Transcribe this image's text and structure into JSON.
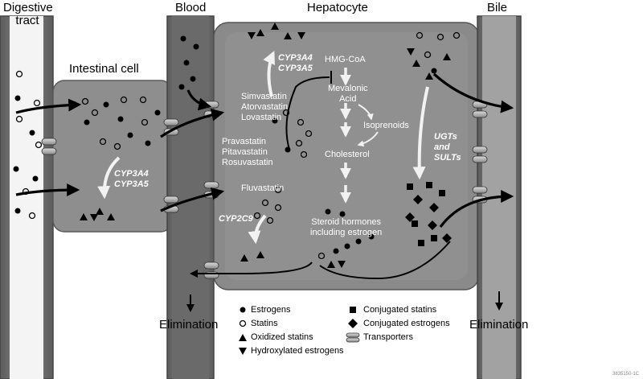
{
  "compartments": {
    "digestive_tract": "Digestive\ntract",
    "intestinal_cell": "Intestinal cell",
    "blood": "Blood",
    "hepatocyte": "Hepatocyte",
    "bile": "Bile"
  },
  "elimination_left": "Elimination",
  "elimination_right": "Elimination",
  "enzymes": {
    "intestinal": "CYP3A4\nCYP3A5",
    "hepatic_top": "CYP3A4\nCYP3A5",
    "cyp2c9": "CYP2C9",
    "ugts": "UGTs\nand\nSULTs"
  },
  "statins": {
    "group1": "Simvastatin\nAtorvastatin\nLovastatin",
    "group2": "Pravastatin\nPitavastatin\nRosuvastatin",
    "group3": "Fluvastatin"
  },
  "pathway": {
    "hmg": "HMG-CoA",
    "mevalonic": "Mevalonic\nAcid",
    "isoprenoids": "Isoprenoids",
    "cholesterol": "Cholesterol",
    "steroids": "Steroid hormones\nincluding estrogen"
  },
  "legend": {
    "estrogens": "Estrogens",
    "statins": "Statins",
    "oxidized": "Oxidized statins",
    "hydroxylated": "Hydroxylated estrogens",
    "conj_statins": "Conjugated statins",
    "conj_estrogens": "Conjugated estrogens",
    "transporters": "Transporters"
  },
  "figure_code": "3835150-1C",
  "colors": {
    "cell_fill": "#8c8c8c",
    "vessel_fill": "#6e6e6e",
    "vessel_edge": "#4a4a4a",
    "arrow": "#000000",
    "light_arrow": "#f0f0f0"
  }
}
